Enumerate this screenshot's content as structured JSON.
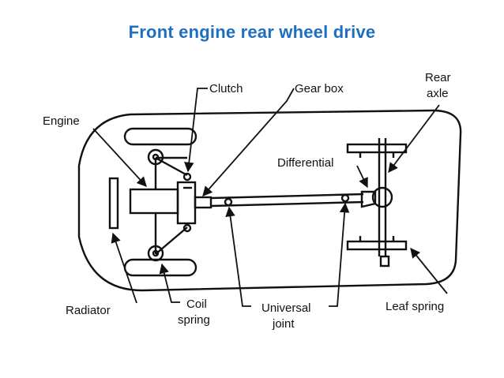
{
  "title": "Front engine rear wheel drive",
  "labels": {
    "engine": "Engine",
    "clutch": "Clutch",
    "gear_box": "Gear box",
    "rear": "Rear",
    "axle": "axle",
    "differential": "Differential",
    "radiator": "Radiator",
    "coil": "Coil",
    "spring": "spring",
    "universal": "Universal",
    "joint": "joint",
    "leaf_spring": "Leaf spring"
  },
  "colors": {
    "title": "#1f6fc0",
    "line": "#111111"
  }
}
